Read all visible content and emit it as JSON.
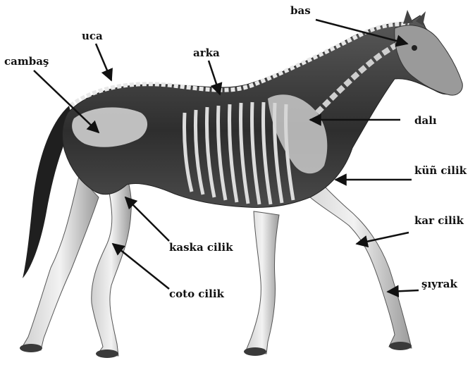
{
  "diagram": {
    "labels": {
      "bas": "bas",
      "uca": "uca",
      "cambas": "cambaş",
      "arka": "arka",
      "dali": "dalı",
      "kun_cilik": "küñ cilik",
      "kar_cilik": "kar cilik",
      "kaska_cilik": "kaska cilik",
      "coto_cilik": "coto cilik",
      "siyrak": "şıyrak"
    },
    "colors": {
      "ink": "#111111",
      "bone": "#e9e9e9",
      "muscle_dark": "#3a3a3a",
      "muscle_mid": "#6e6e6e"
    }
  }
}
